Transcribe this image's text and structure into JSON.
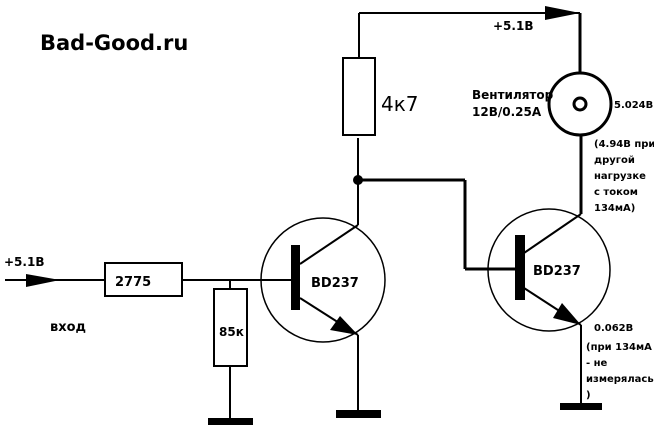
{
  "site": {
    "watermark": "Bad-Good.ru"
  },
  "input": {
    "voltage_label": "+5.1В",
    "name_label": "вход"
  },
  "supply": {
    "voltage_label": "+5.1В"
  },
  "components": {
    "r_input": {
      "value": "2775"
    },
    "r_pulldown": {
      "value": "85к"
    },
    "r_collector": {
      "value": "4к7"
    },
    "q1": {
      "model": "BD237"
    },
    "q2": {
      "model": "BD237"
    },
    "fan": {
      "name": "Вентилятор",
      "rating": "12В/0.25А",
      "voltage_reading": "5.024В",
      "note_lines": [
        "(4.94В при",
        "другой",
        "нагрузке",
        "с током",
        "134мА)"
      ]
    },
    "q2_emitter": {
      "voltage_reading": "0.062В",
      "note_lines": [
        "(при 134мА",
        "- не",
        "измерялась",
        ")"
      ]
    }
  }
}
